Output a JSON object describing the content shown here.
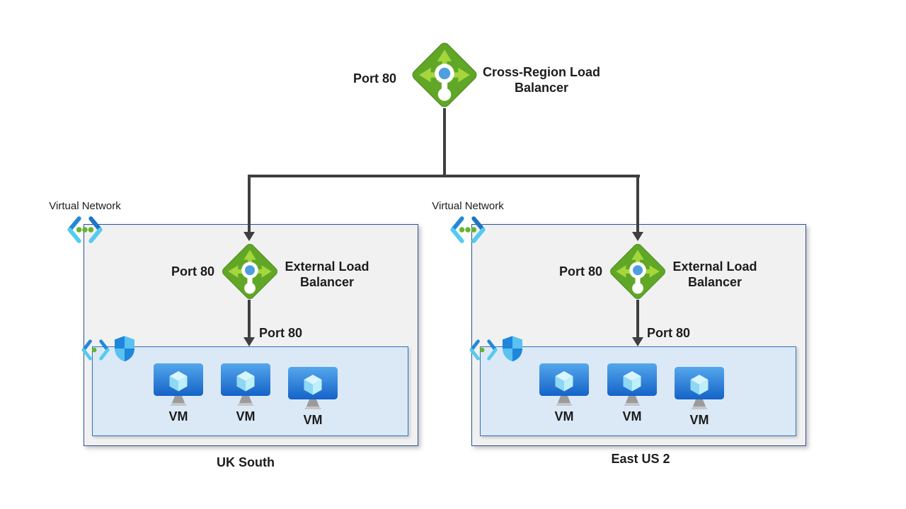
{
  "cross_region": {
    "port_label": "Port 80",
    "label": "Cross-Region Load Balancer",
    "icon": "load-balancer-icon"
  },
  "regions": [
    {
      "name": "UK South",
      "vnet": {
        "label": "Virtual Network",
        "icon": "virtual-network-icon"
      },
      "elb": {
        "port_label": "Port 80",
        "label": "External Load Balancer",
        "icon": "load-balancer-icon"
      },
      "subnet": {
        "port_label": "Port 80",
        "icons": [
          "subnet-icon",
          "nsg-shield-icon"
        ],
        "vms": [
          "VM",
          "VM",
          "VM"
        ]
      }
    },
    {
      "name": "East US 2",
      "vnet": {
        "label": "Virtual Network",
        "icon": "virtual-network-icon"
      },
      "elb": {
        "port_label": "Port 80",
        "label": "External Load Balancer",
        "icon": "load-balancer-icon"
      },
      "subnet": {
        "port_label": "Port 80",
        "icons": [
          "subnet-icon",
          "nsg-shield-icon"
        ],
        "vms": [
          "VM",
          "VM",
          "VM"
        ]
      }
    }
  ],
  "colors": {
    "background": "#FFFFFF",
    "connector_line": "#3F3F3F",
    "region_fill": "#F1F1F2",
    "region_border": "#2E5395",
    "subnet_fill": "#DBE9F7",
    "subnet_border": "#2E75B6",
    "lb_diamond_green": "#61A727",
    "lb_arrow_green": "#A5D63C",
    "lb_center_blue": "#4F9EE0",
    "vnet_bracket_dark": "#2488D8",
    "vnet_bracket_light": "#55CBF1",
    "vnet_dot_green": "#66B32E",
    "shield_light": "#59C2F0",
    "shield_dark": "#1F86DC",
    "vm_monitor_top": "#55A7EC",
    "vm_monitor_bottom": "#1463C8",
    "text": "#1C1C1C"
  }
}
